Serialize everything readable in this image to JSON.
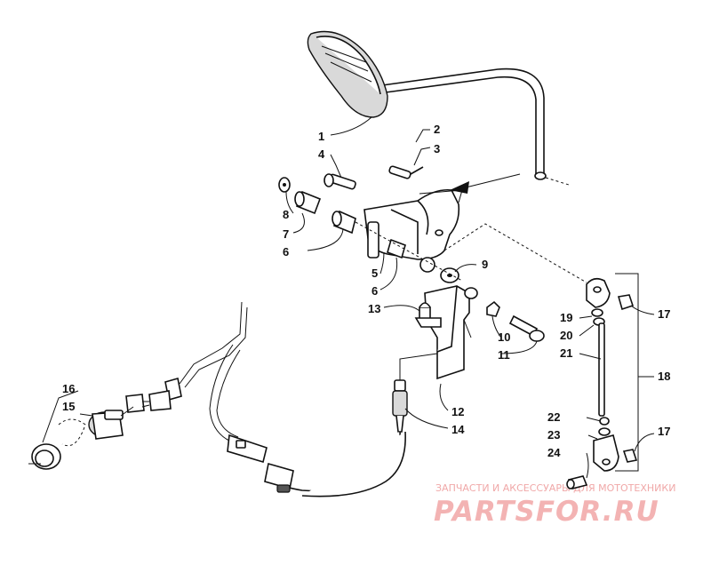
{
  "diagram": {
    "callouts": [
      "1",
      "2",
      "3",
      "4",
      "5",
      "6",
      "6",
      "7",
      "8",
      "9",
      "10",
      "11",
      "12",
      "13",
      "14",
      "15",
      "16",
      "17",
      "17",
      "18",
      "19",
      "20",
      "21",
      "22",
      "23",
      "24"
    ],
    "watermark": {
      "tagline": "ЗАПЧАСТИ И АКСЕССУАРЫ ДЛЯ МОТОТЕХНИКИ",
      "logo": "PARTSFOR.RU"
    }
  }
}
